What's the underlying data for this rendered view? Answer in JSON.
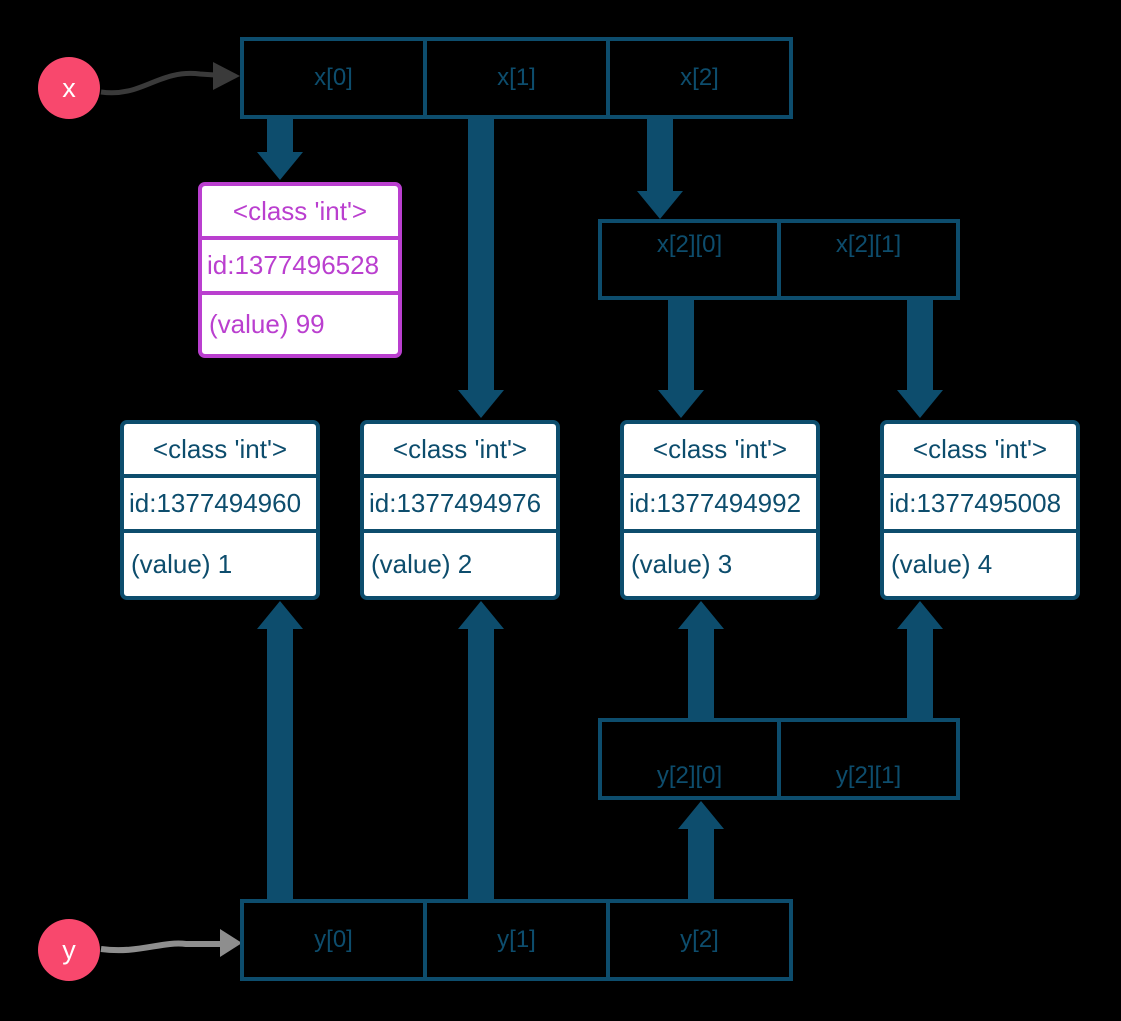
{
  "colors": {
    "teal": "#0d4d6d",
    "magenta": "#ba3fcf",
    "pink": "#f8486d",
    "pointer_x_arrow": "#3a3a3a",
    "pointer_y_arrow": "#8e8e8e",
    "background": "#000000",
    "object_box_background": "#ffffff"
  },
  "variables": {
    "x": "x",
    "y": "y"
  },
  "lists": {
    "x": {
      "cells": [
        "x[0]",
        "x[1]",
        "x[2]"
      ]
    },
    "x2": {
      "cells": [
        "x[2][0]",
        "x[2][1]"
      ]
    },
    "y": {
      "cells": [
        "y[0]",
        "y[1]",
        "y[2]"
      ]
    },
    "y2": {
      "cells": [
        "y[2][0]",
        "y[2][1]"
      ]
    }
  },
  "objects": [
    {
      "class_label": "<class 'int'>",
      "id_label": "id:1377496528",
      "value_label": "(value) 99",
      "highlighted": true
    },
    {
      "class_label": "<class 'int'>",
      "id_label": "id:1377494960",
      "value_label": "(value) 1",
      "highlighted": false
    },
    {
      "class_label": "<class 'int'>",
      "id_label": "id:1377494976",
      "value_label": "(value) 2",
      "highlighted": false
    },
    {
      "class_label": "<class 'int'>",
      "id_label": "id:1377494992",
      "value_label": "(value) 3",
      "highlighted": false
    },
    {
      "class_label": "<class 'int'>",
      "id_label": "id:1377495008",
      "value_label": "(value) 4",
      "highlighted": false
    }
  ]
}
